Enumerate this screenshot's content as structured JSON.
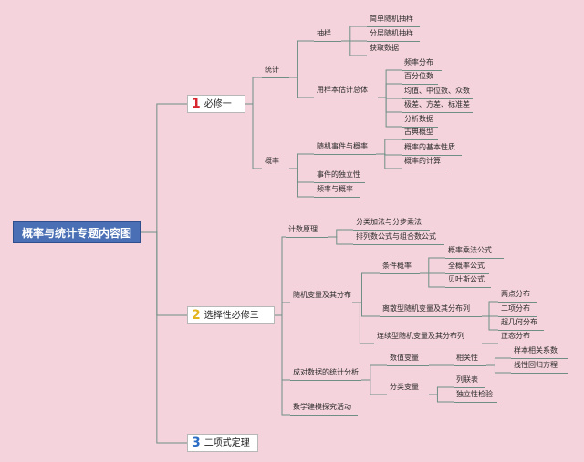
{
  "root": "概率与统计专题内容图",
  "colors": {
    "num1": "#d7262e",
    "num2": "#e3b320",
    "num3": "#2b6cc4"
  },
  "branches": [
    {
      "num": "1",
      "label": "必修一",
      "children": [
        {
          "label": "统计",
          "children": [
            {
              "label": "抽样",
              "children": [
                {
                  "label": "简单随机抽样"
                },
                {
                  "label": "分层随机抽样"
                },
                {
                  "label": "获取数据"
                }
              ]
            },
            {
              "label": "用样本估计总体",
              "children": [
                {
                  "label": "频率分布"
                },
                {
                  "label": "百分位数"
                },
                {
                  "label": "均值、中位数、众数"
                },
                {
                  "label": "极差、方差、标准差"
                },
                {
                  "label": "分析数据"
                }
              ]
            }
          ]
        },
        {
          "label": "概率",
          "children": [
            {
              "label": "随机事件与概率",
              "children": [
                {
                  "label": "古典概型"
                },
                {
                  "label": "概率的基本性质"
                },
                {
                  "label": "概率的计算"
                }
              ]
            },
            {
              "label": "事件的独立性"
            },
            {
              "label": "频率与概率"
            }
          ]
        }
      ]
    },
    {
      "num": "2",
      "label": "选择性必修三",
      "children": [
        {
          "label": "计数原理",
          "children": [
            {
              "label": "分类加法与分步乘法"
            },
            {
              "label": "排列数公式与组合数公式"
            }
          ]
        },
        {
          "label": "随机变量及其分布",
          "children": [
            {
              "label": "条件概率",
              "children": [
                {
                  "label": "概率乘法公式"
                },
                {
                  "label": "全概率公式"
                },
                {
                  "label": "贝叶斯公式"
                }
              ]
            },
            {
              "label": "离散型随机变量及其分布列",
              "children": [
                {
                  "label": "两点分布"
                },
                {
                  "label": "二项分布"
                },
                {
                  "label": "超几何分布"
                }
              ]
            },
            {
              "label": "连续型随机变量及其分布列",
              "children": [
                {
                  "label": "正态分布"
                }
              ]
            }
          ]
        },
        {
          "label": "成对数据的统计分析",
          "children": [
            {
              "label": "数值变量",
              "children": [
                {
                  "label": "相关性",
                  "children": [
                    {
                      "label": "样本相关系数"
                    },
                    {
                      "label": "线性回归方程"
                    }
                  ]
                }
              ]
            },
            {
              "label": "分类变量",
              "children": [
                {
                  "label": "列联表"
                },
                {
                  "label": "独立性检验"
                }
              ]
            }
          ]
        },
        {
          "label": "数学建模探究活动"
        }
      ]
    },
    {
      "num": "3",
      "label": "二项式定理"
    }
  ]
}
